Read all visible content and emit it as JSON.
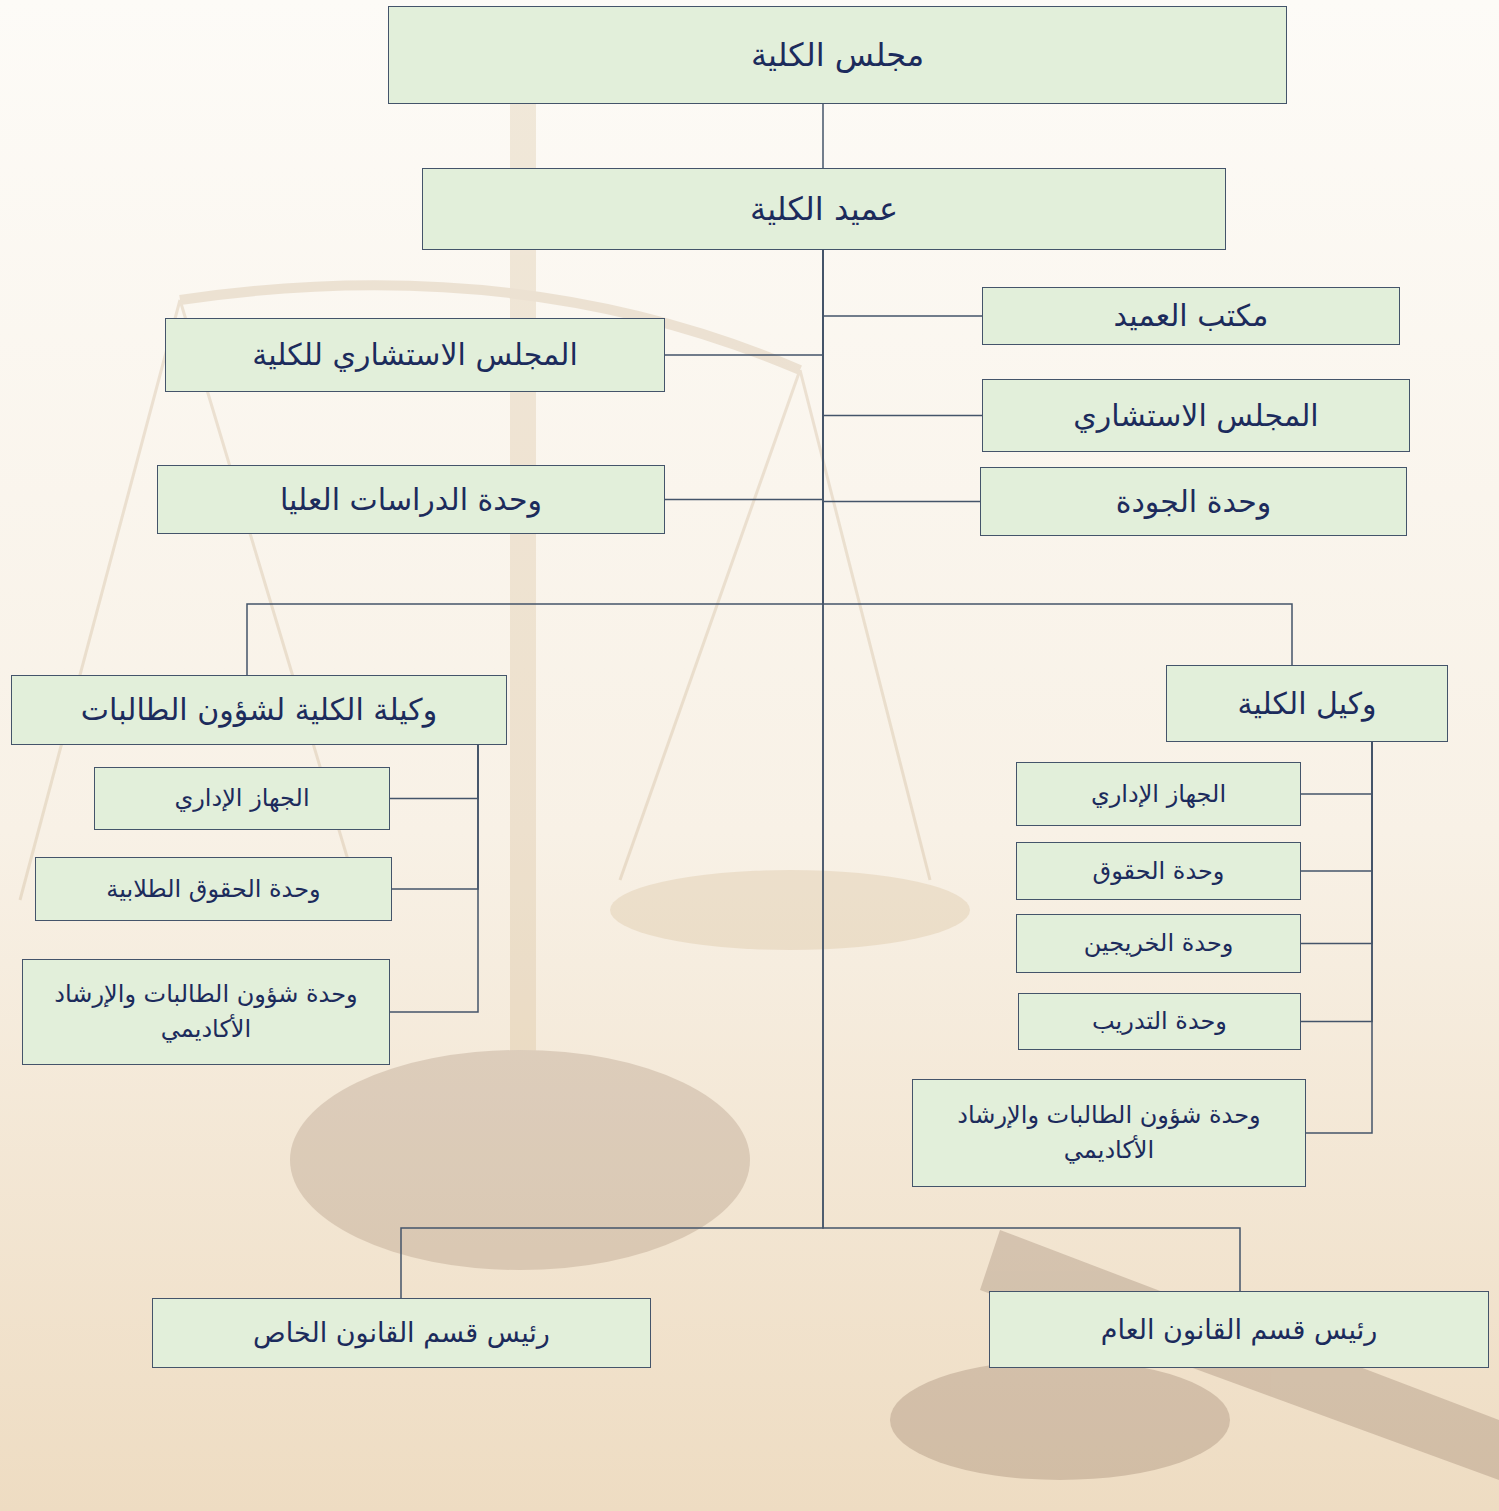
{
  "diagram": {
    "nodes": [
      {
        "text": [
          "مجلس الكلية"
        ]
      },
      {
        "text": [
          "عميد الكلية"
        ]
      },
      {
        "text": [
          "مكتب العميد"
        ]
      },
      {
        "text": [
          "المجلس الاستشاري للكلية"
        ]
      },
      {
        "text": [
          "المجلس الاستشاري"
        ]
      },
      {
        "text": [
          "وحدة الجودة"
        ]
      },
      {
        "text": [
          "وحدة الدراسات العليا"
        ]
      },
      {
        "text": [
          "وكيل الكلية"
        ]
      },
      {
        "text": [
          "وكيلة الكلية لشؤون الطالبات"
        ]
      },
      {
        "text": [
          "الجهاز الإداري"
        ]
      },
      {
        "text": [
          "الجهاز الإداري"
        ]
      },
      {
        "text": [
          "وحدة الحقوق"
        ]
      },
      {
        "text": [
          "وحدة الحقوق الطلابية"
        ]
      },
      {
        "text": [
          "وحدة الخريجين"
        ]
      },
      {
        "text": [
          "وحدة التدريب"
        ]
      },
      {
        "text": [
          "وحدة شؤون الطالبات والإرشاد الأكاديمي"
        ]
      },
      {
        "text": [
          "وحدة شؤون الطالبات والإرشاد الأكاديمي"
        ]
      },
      {
        "text": [
          "رئيس قسم القانون العام"
        ]
      },
      {
        "text": [
          "رئيس قسم القانون الخاص"
        ]
      }
    ],
    "edges": [
      {
        "from": 0,
        "to": 1,
        "arrow": "none"
      },
      {
        "from": 1,
        "to": 2,
        "arrow": "none"
      },
      {
        "from": 1,
        "to": 3,
        "arrow": "none"
      },
      {
        "from": 1,
        "to": 4,
        "arrow": "none"
      },
      {
        "from": 1,
        "to": 5,
        "arrow": "none"
      },
      {
        "from": 1,
        "to": 6,
        "arrow": "none"
      },
      {
        "from": 1,
        "to": 7,
        "arrow": "none"
      },
      {
        "from": 1,
        "to": 8,
        "arrow": "none"
      },
      {
        "from": 7,
        "to": 9,
        "arrow": "none"
      },
      {
        "from": 7,
        "to": 11,
        "arrow": "none"
      },
      {
        "from": 7,
        "to": 13,
        "arrow": "none"
      },
      {
        "from": 7,
        "to": 14,
        "arrow": "none"
      },
      {
        "from": 7,
        "to": 16,
        "arrow": "none"
      },
      {
        "from": 8,
        "to": 10,
        "arrow": "none"
      },
      {
        "from": 8,
        "to": 12,
        "arrow": "none"
      },
      {
        "from": 8,
        "to": 15,
        "arrow": "none"
      },
      {
        "from": 1,
        "to": 17,
        "arrow": "none"
      },
      {
        "from": 1,
        "to": 18,
        "arrow": "none"
      }
    ]
  }
}
